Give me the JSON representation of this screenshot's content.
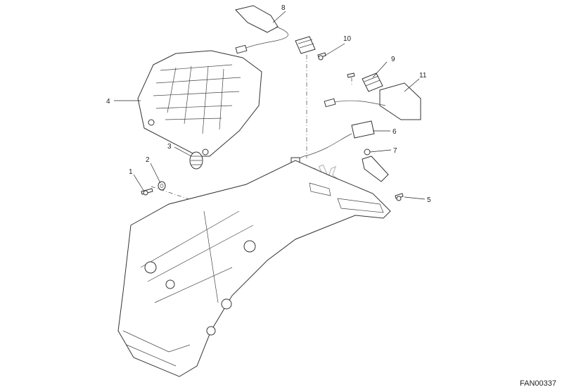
{
  "watermark": {
    "text": "PartsRepublik",
    "color": "#bbbbbb"
  },
  "callouts": [
    {
      "id": "1",
      "label": "1"
    },
    {
      "id": "2",
      "label": "2"
    },
    {
      "id": "3",
      "label": "3"
    },
    {
      "id": "4",
      "label": "4"
    },
    {
      "id": "5",
      "label": "5"
    },
    {
      "id": "6",
      "label": "6"
    },
    {
      "id": "7",
      "label": "7"
    },
    {
      "id": "8",
      "label": "8"
    },
    {
      "id": "9",
      "label": "9"
    },
    {
      "id": "10",
      "label": "10"
    },
    {
      "id": "11",
      "label": "11"
    }
  ],
  "drawing_code": "FAN00337"
}
